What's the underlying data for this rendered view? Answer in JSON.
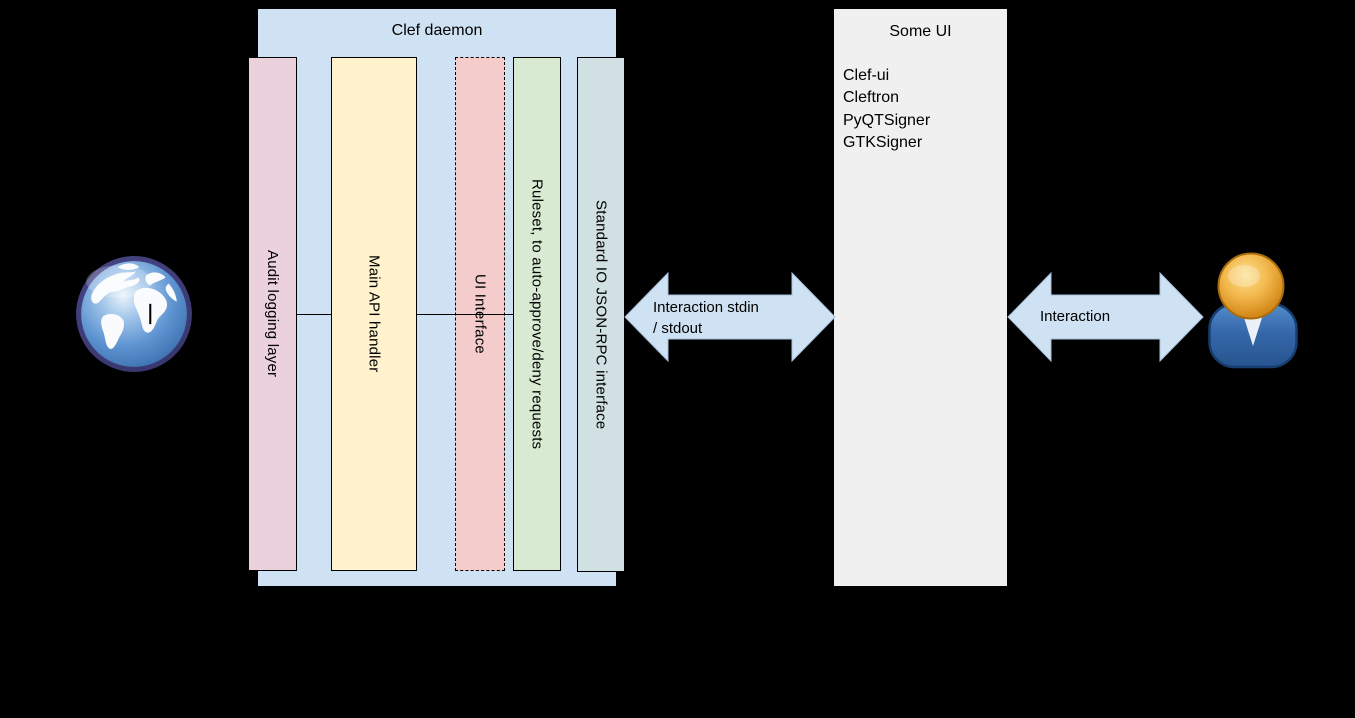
{
  "canvas": {
    "background": "#000000"
  },
  "clef_daemon": {
    "title": "Clef daemon",
    "fill": "#cfe2f3",
    "bars": [
      {
        "label": "Audit logging layer",
        "fill": "#ead1dc",
        "border_style": "solid"
      },
      {
        "label": "Main API handler",
        "fill": "#fff2cc",
        "border_style": "solid"
      },
      {
        "label": "UI Interface",
        "fill": "#f4cccc",
        "border_style": "dashed"
      },
      {
        "label": "Ruleset, to auto-approve/deny requests",
        "fill": "#d9ead3",
        "border_style": "solid"
      },
      {
        "label": "Standard IO JSON-RPC interface",
        "fill": "#d0e0e3",
        "border_style": "solid"
      }
    ]
  },
  "left_arrow": {
    "label_line1": "Interaction stdin",
    "label_line2": "/ stdout",
    "fill": "#cfe2f3"
  },
  "right_arrow": {
    "label": "Interaction",
    "fill": "#cfe2f3"
  },
  "some_ui": {
    "title": "Some UI",
    "fill": "#f0f0f0",
    "items": [
      "Clef-ui",
      "Cleftron",
      "PyQTSigner",
      "GTKSigner"
    ]
  },
  "icons": {
    "left": "globe-icon",
    "right": "user-icon"
  },
  "colors": {
    "line": "#000000",
    "box_border": "#000000",
    "arrow_fill": "#cfe2f3"
  }
}
